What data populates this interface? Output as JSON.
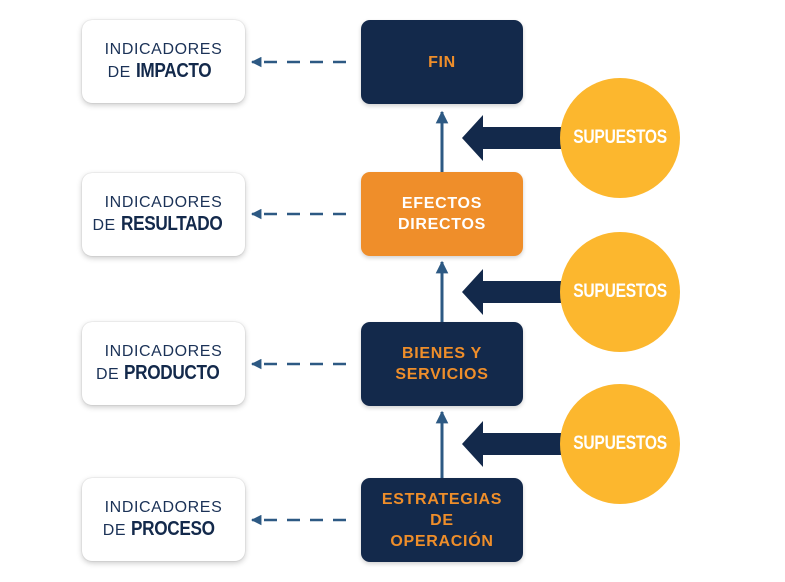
{
  "indicators": [
    {
      "line1": "INDICADORES",
      "prefix": "DE",
      "strong": "IMPACTO"
    },
    {
      "line1": "INDICADORES",
      "prefix": "DE",
      "strong": "RESULTADO"
    },
    {
      "line1": "INDICADORES",
      "prefix": "DE",
      "strong": "PRODUCTO"
    },
    {
      "line1": "INDICADORES",
      "prefix": "DE",
      "strong": "PROCESO"
    }
  ],
  "stages": [
    {
      "label": "FIN"
    },
    {
      "label": "EFECTOS\nDIRECTOS"
    },
    {
      "label": "BIENES Y\nSERVICIOS"
    },
    {
      "label": "ESTRATEGIAS\nDE\nOPERACIÓN"
    }
  ],
  "assumptions": [
    {
      "label": "SUPUESTOS"
    },
    {
      "label": "SUPUESTOS"
    },
    {
      "label": "SUPUESTOS"
    }
  ],
  "colors": {
    "navy": "#13294b",
    "orange": "#ef8e2a",
    "yellow": "#fcb72e",
    "connector": "#2d5983"
  }
}
